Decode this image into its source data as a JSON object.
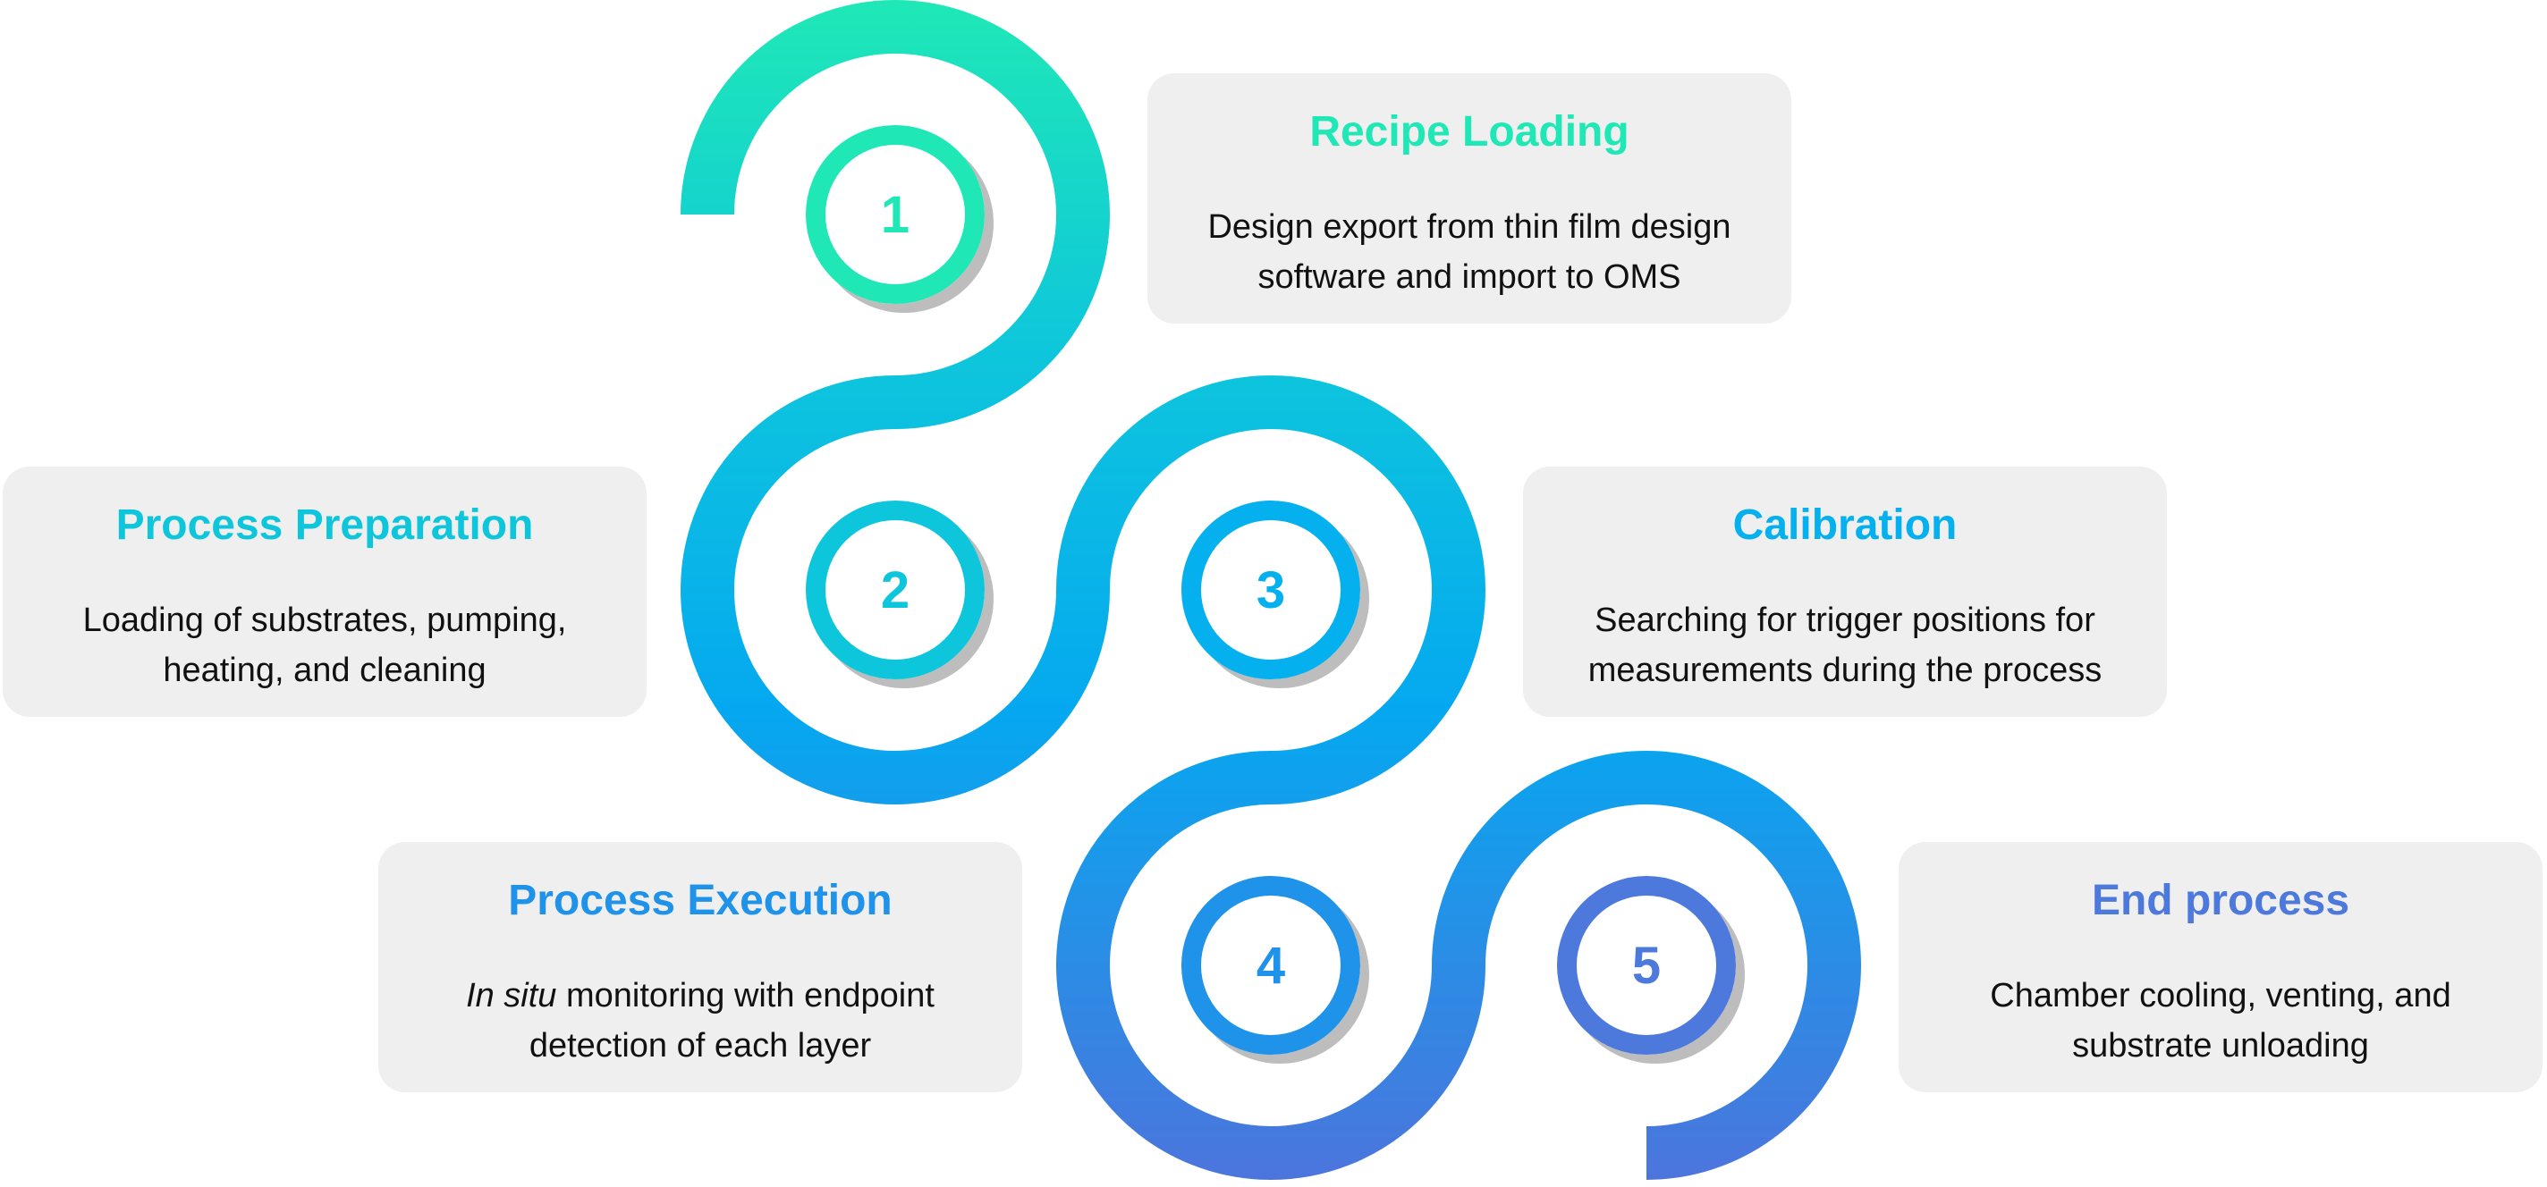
{
  "colors": {
    "teal": "#1fe8b6",
    "cyan": "#0ec6dc",
    "sky": "#05b0ef",
    "blue": "#1f92ea",
    "indigo": "#4d79dc",
    "card_bg": "#efefef",
    "shadow": "#bdbdbd"
  },
  "steps": [
    {
      "number": "1",
      "title": "Recipe Loading",
      "description": "Design export from thin film design software and import to OMS",
      "color": "#1fe8b6"
    },
    {
      "number": "2",
      "title": "Process Preparation",
      "description": "Loading of substrates, pumping, heating, and cleaning",
      "color": "#0ec6dc"
    },
    {
      "number": "3",
      "title": "Calibration",
      "description": "Searching for trigger positions for measurements during the process",
      "color": "#05b0ef"
    },
    {
      "number": "4",
      "title": "Process Execution",
      "description_italic": "In situ",
      "description": " monitoring with endpoint detection of each layer",
      "color": "#1f92ea"
    },
    {
      "number": "5",
      "title": "End process",
      "description": "Chamber cooling, venting, and substrate unloading",
      "color": "#4d79dc"
    }
  ]
}
